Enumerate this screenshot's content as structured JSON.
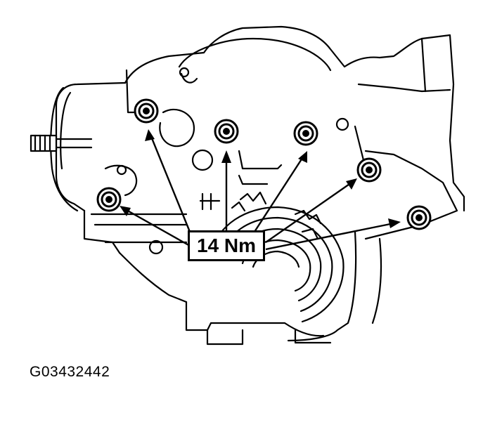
{
  "torque_callout": "14 Nm",
  "figure_code": "G03432442",
  "colors": {
    "line": "#000000",
    "background": "#ffffff"
  },
  "bolt_count": 6
}
